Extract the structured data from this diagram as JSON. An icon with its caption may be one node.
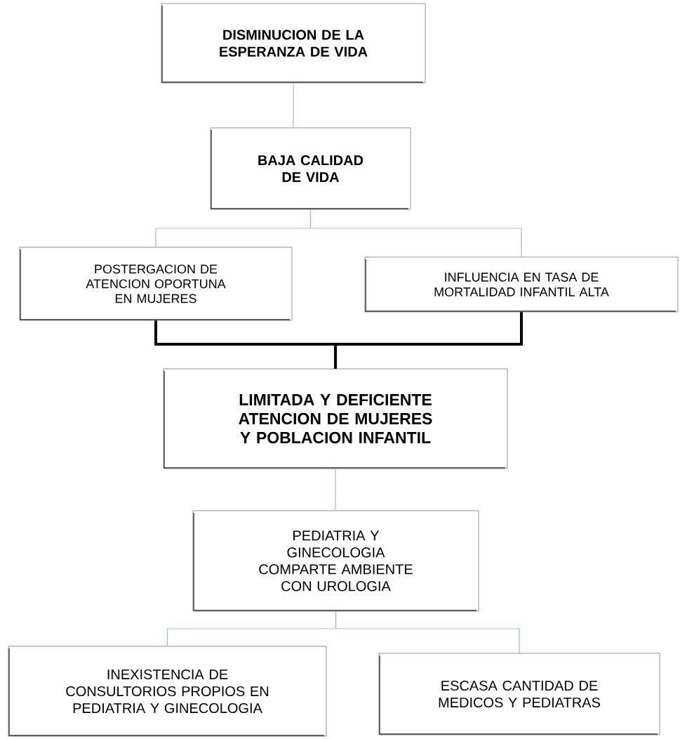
{
  "diagram": {
    "nodes": [
      {
        "text": [
          "DISMINUCION DE LA ESPERANZA DE VIDA"
        ]
      },
      {
        "text": [
          "BAJA CALIDAD DE VIDA"
        ]
      },
      {
        "text": [
          "POSTERGACION DE ATENCION OPORTUNA EN MUJERES"
        ]
      },
      {
        "text": [
          "INFLUENCIA EN TASA DE MORTALIDAD INFANTIL ALTA"
        ]
      },
      {
        "text": [
          "LIMITADA Y DEFICIENTE ATENCION DE MUJERES Y POBLACION INFANTIL"
        ]
      },
      {
        "text": [
          "PEDIATRIA Y GINECOLOGIA COMPARTE AMBIENTE CON UROLOGIA"
        ]
      },
      {
        "text": [
          "INEXISTENCIA DE CONSULTORIOS PROPIOS EN PEDIATRIA Y GINECOLOGIA"
        ]
      },
      {
        "text": [
          "ESCASA CANTIDAD DE MEDICOS Y PEDIATRAS"
        ]
      }
    ],
    "edges": [
      {
        "from": 0,
        "to": 1,
        "arrow": "none"
      },
      {
        "from": 1,
        "to": 2,
        "arrow": "none"
      },
      {
        "from": 1,
        "to": 3,
        "arrow": "none"
      },
      {
        "from": 2,
        "to": 4,
        "arrow": "none",
        "style": "thick",
        "color": "#000000"
      },
      {
        "from": 3,
        "to": 4,
        "arrow": "none",
        "style": "thick",
        "color": "#000000"
      },
      {
        "from": 4,
        "to": 5,
        "arrow": "none"
      },
      {
        "from": 5,
        "to": 6,
        "arrow": "none"
      },
      {
        "from": 5,
        "to": 7,
        "arrow": "none"
      }
    ]
  }
}
